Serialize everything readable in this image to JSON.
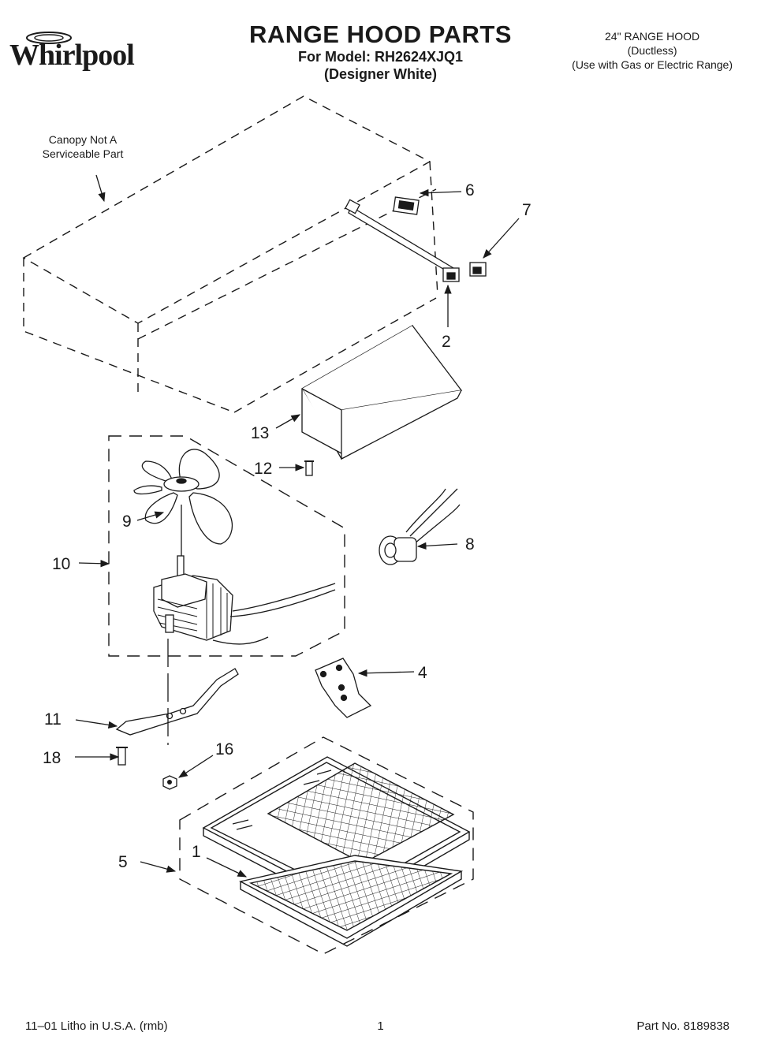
{
  "header": {
    "brand": "Whirlpool",
    "title": "RANGE HOOD PARTS",
    "model_line": "For Model: RH2624XJQ1",
    "color_line": "(Designer White)",
    "info": [
      "24\" RANGE HOOD",
      "(Ductless)",
      "(Use with Gas or Electric Range)"
    ]
  },
  "diagram": {
    "canopy_note": [
      "Canopy Not A",
      "Serviceable Part"
    ],
    "callouts": [
      "6",
      "7",
      "2",
      "13",
      "12",
      "9",
      "10",
      "8",
      "4",
      "11",
      "18",
      "16",
      "5",
      "1"
    ]
  },
  "footer": {
    "left": "11–01 Litho in U.S.A. (rmb)",
    "center": "1",
    "right": "Part No. 8189838"
  },
  "colors": {
    "ink": "#1a1a1a",
    "paper": "#ffffff"
  }
}
